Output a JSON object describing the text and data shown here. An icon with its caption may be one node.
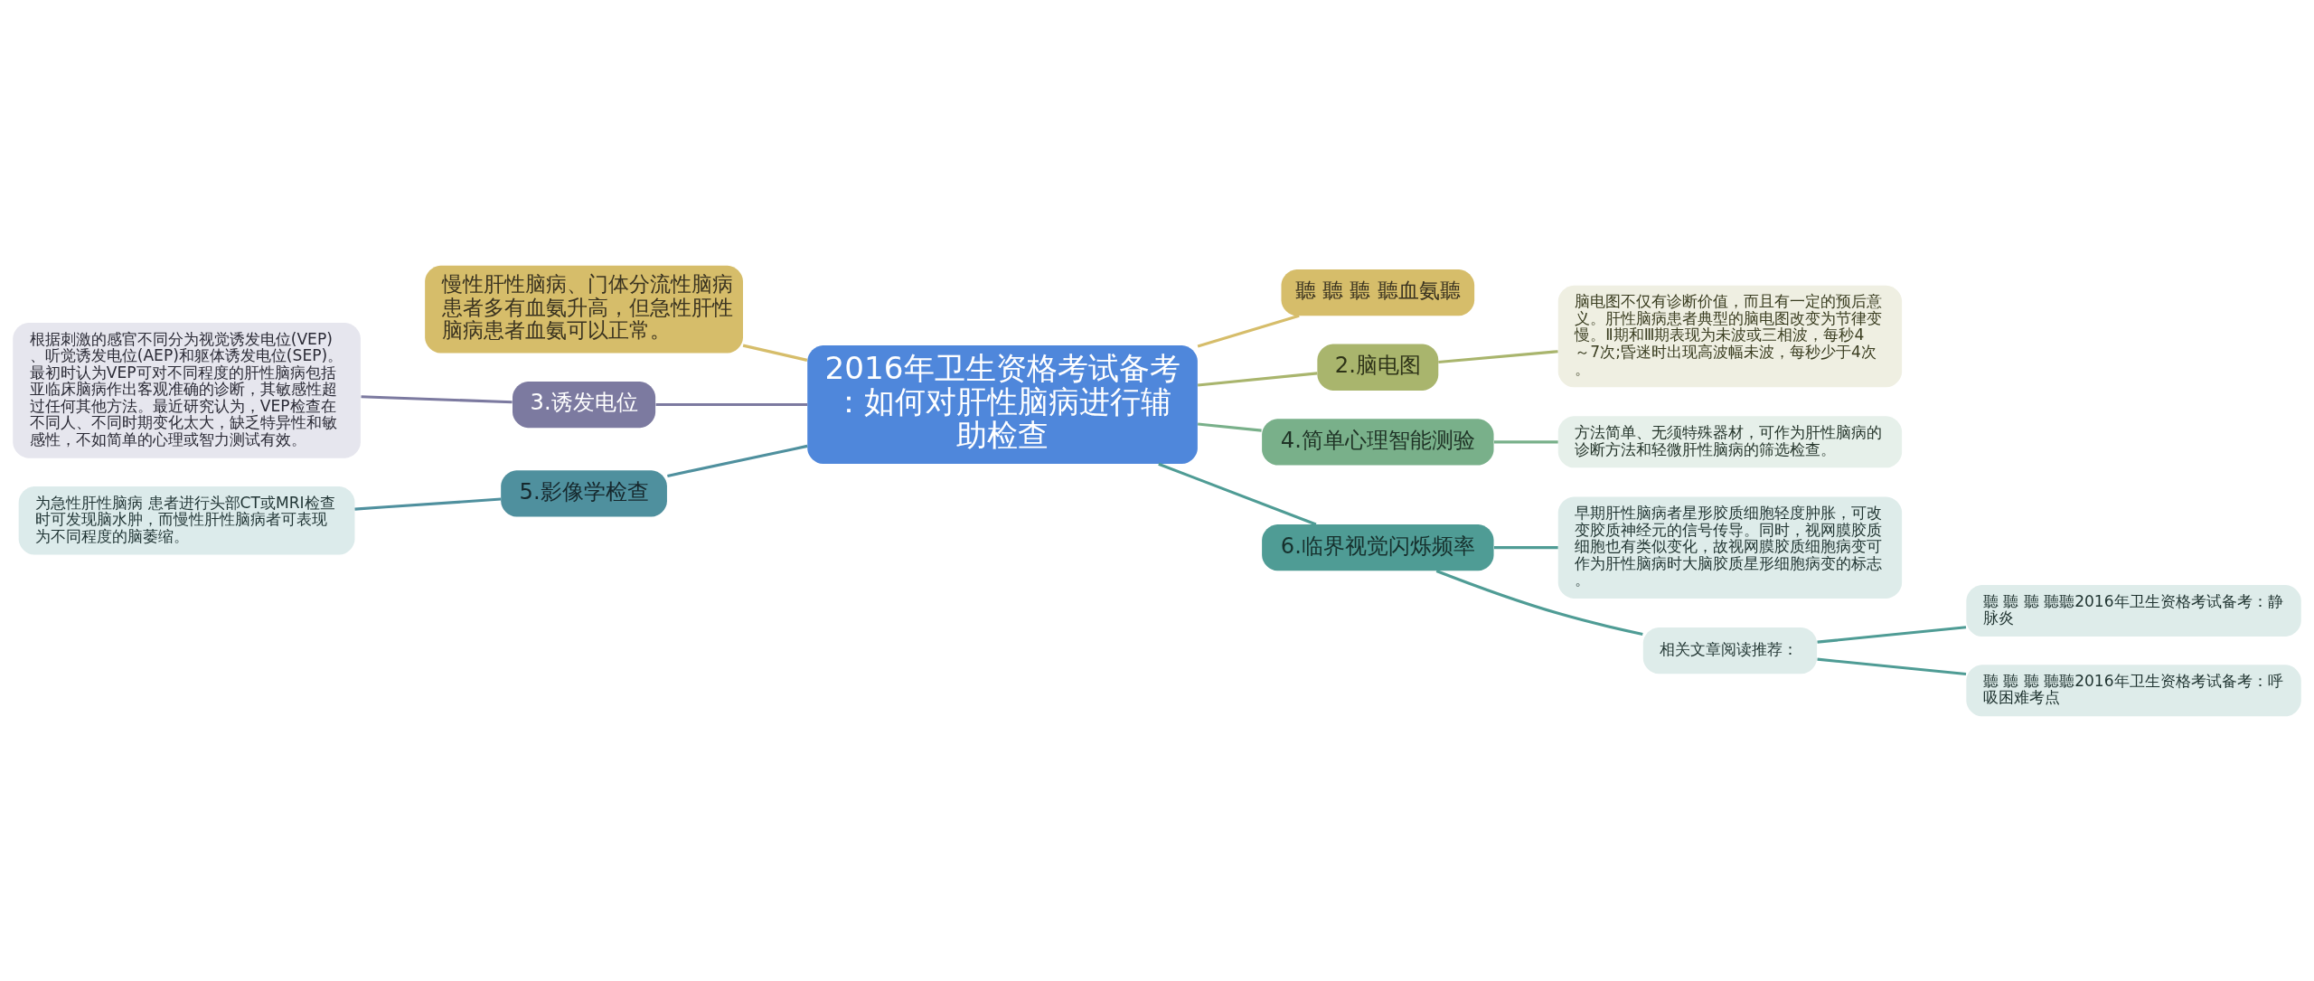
{
  "diagram": {
    "nodes": [
      {
        "text": [
          "2016年卫生资格考试备考：如何对肝性脑病进行辅助检查"
        ]
      },
      {
        "text": [
          "聽 聽 聽 聽血氨聽"
        ]
      },
      {
        "text": [
          "2.脑电图"
        ]
      },
      {
        "text": [
          "脑电图不仅有诊断价值，而且有一定的预后意义。肝性脑病患者典型的脑电图改变为节律变慢。Ⅱ期和Ⅲ期表现为未波或三相波，每秒4～7次;昏迷时出现高波幅未波，每秒少于4次。"
        ]
      },
      {
        "text": [
          "4.简单心理智能测验"
        ]
      },
      {
        "text": [
          "方法简单、无须特殊器材，可作为肝性脑病的诊断方法和轻微肝性脑病的筛选检查。"
        ]
      },
      {
        "text": [
          "6.临界视觉闪烁频率"
        ]
      },
      {
        "text": [
          "早期肝性脑病者星形胶质细胞轻度肿胀，可改变胶质神经元的信号传导。同时，视网膜胶质细胞也有类似变化，故视网膜胶质细胞病变可作为肝性脑病时大脑胶质星形细胞病变的标志。"
        ]
      },
      {
        "text": [
          "相关文章阅读推荐："
        ]
      },
      {
        "text": [
          "聽 聽 聽 聽聽2016年卫生资格考试备考：静脉炎"
        ]
      },
      {
        "text": [
          "聽 聽 聽 聽聽2016年卫生资格考试备考：呼吸困难考点"
        ]
      },
      {
        "text": [
          "慢性肝性脑病、门体分流性脑病患者多有血氨升高，但急性肝性脑病患者血氨可以正常。"
        ]
      },
      {
        "text": [
          "3.诱发电位"
        ]
      },
      {
        "text": [
          "根据刺激的感官不同分为视觉诱发电位(VEP)、听觉诱发电位(AEP)和躯体诱发电位(SEP)。最初时认为VEP可对不同程度的肝性脑病包括亚临床脑病作出客观准确的诊断，其敏感性超过任何其他方法。最近研究认为，VEP检查在不同人、不同时期变化太大，缺乏特异性和敏感性，不如简单的心理或智力测试有效。"
        ]
      },
      {
        "text": [
          "5.影像学检查"
        ]
      },
      {
        "text": [
          "为急性肝性脑病 患者进行头部CT或MRI检查时可发现脑水肿，而慢性肝性脑病者可表现为不同程度的脑萎缩。"
        ]
      }
    ],
    "edges": [
      {
        "from": 0,
        "to": 1,
        "arrow": "none",
        "color": "#d6bd6a"
      },
      {
        "from": 0,
        "to": 2,
        "arrow": "none",
        "color": "#a9b56d"
      },
      {
        "from": 2,
        "to": 3,
        "arrow": "none",
        "color": "#a9b56d"
      },
      {
        "from": 0,
        "to": 4,
        "arrow": "none",
        "color": "#79b08a"
      },
      {
        "from": 4,
        "to": 5,
        "arrow": "none",
        "color": "#79b08a"
      },
      {
        "from": 0,
        "to": 6,
        "arrow": "none",
        "color": "#4f9c95"
      },
      {
        "from": 6,
        "to": 7,
        "arrow": "none",
        "color": "#4f9c95"
      },
      {
        "from": 6,
        "to": 8,
        "arrow": "none",
        "color": "#4f9c95"
      },
      {
        "from": 8,
        "to": 9,
        "arrow": "none",
        "color": "#4f9c95"
      },
      {
        "from": 8,
        "to": 10,
        "arrow": "none",
        "color": "#4f9c95"
      },
      {
        "from": 0,
        "to": 11,
        "arrow": "none",
        "color": "#d6bd6a"
      },
      {
        "from": 0,
        "to": 12,
        "arrow": "none",
        "color": "#7c7aa0"
      },
      {
        "from": 12,
        "to": 13,
        "arrow": "none",
        "color": "#7c7aa0"
      },
      {
        "from": 0,
        "to": 14,
        "arrow": "none",
        "color": "#4f909e"
      },
      {
        "from": 14,
        "to": 15,
        "arrow": "none",
        "color": "#4f909e"
      }
    ]
  }
}
